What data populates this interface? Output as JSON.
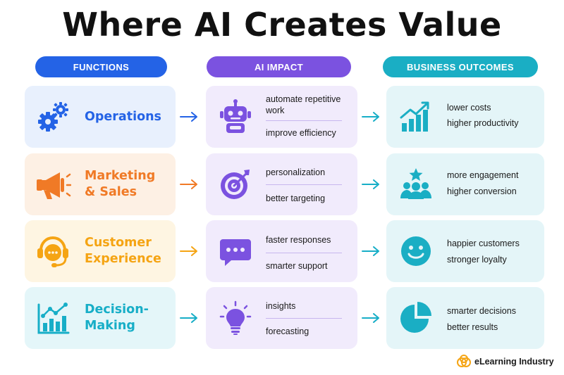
{
  "title": "Where AI Creates Value",
  "headers": {
    "functions": "FUNCTIONS",
    "ai_impact": "AI IMPACT",
    "business_outcomes": "BUSINESS OUTCOMES"
  },
  "rows": [
    {
      "function": {
        "line1": "Operations",
        "line2": "",
        "color": "#2463e6",
        "bg": "#e8f0fd",
        "icon": "gears-icon"
      },
      "ai_impact": {
        "line1": "automate repetitive work",
        "line2": "improve efficiency",
        "icon": "robot-icon"
      },
      "outcome": {
        "line1": "lower costs",
        "line2": "higher productivity",
        "icon": "growth-chart-icon"
      },
      "arrow_color": "#2463e6"
    },
    {
      "function": {
        "line1": "Marketing",
        "line2": "& Sales",
        "color": "#f07a26",
        "bg": "#fdf0e4",
        "icon": "megaphone-icon"
      },
      "ai_impact": {
        "line1": "personalization",
        "line2": "better targeting",
        "icon": "target-icon"
      },
      "outcome": {
        "line1": "more engagement",
        "line2": "higher conversion",
        "icon": "team-star-icon"
      },
      "arrow_color": "#f07a26"
    },
    {
      "function": {
        "line1": "Customer",
        "line2": "Experience",
        "color": "#f5a413",
        "bg": "#fef5e2",
        "icon": "headset-icon"
      },
      "ai_impact": {
        "line1": "faster responses",
        "line2": "smarter support",
        "icon": "chat-bubble-icon"
      },
      "outcome": {
        "line1": "happier customers",
        "line2": "stronger loyalty",
        "icon": "smiley-icon"
      },
      "arrow_color": "#f5a413"
    },
    {
      "function": {
        "line1": "Decision-",
        "line2": "Making",
        "color": "#17aec7",
        "bg": "#e4f6f9",
        "icon": "analytics-icon"
      },
      "ai_impact": {
        "line1": "insights",
        "line2": "forecasting",
        "icon": "lightbulb-icon"
      },
      "outcome": {
        "line1": "smarter decisions",
        "line2": "better results",
        "icon": "pie-chart-icon"
      },
      "arrow_color": "#17aec7"
    }
  ],
  "logo": {
    "text": "eLearning Industry",
    "icon": "elearning-logo-icon"
  },
  "colors": {
    "purple": "#7b52e0",
    "teal": "#1aaec4",
    "blue": "#2463e6"
  }
}
